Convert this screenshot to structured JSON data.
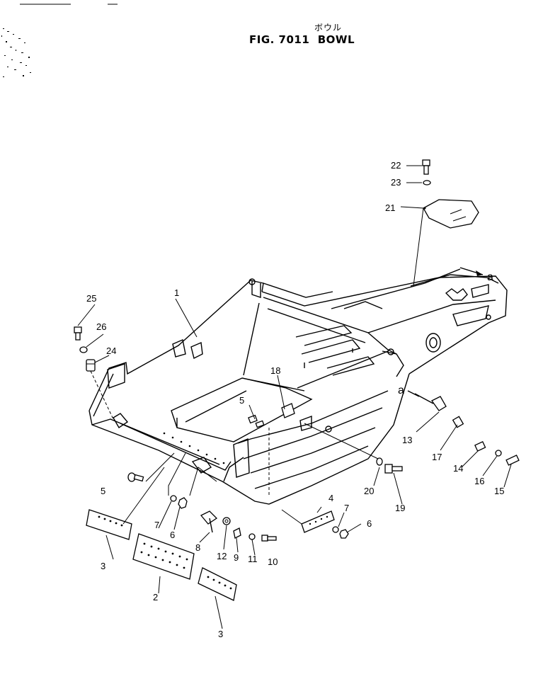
{
  "header": {
    "title_jp": "ボウル",
    "title_en": "FIG. 7011  BOWL"
  },
  "callouts": [
    {
      "id": "c1",
      "label": "1"
    },
    {
      "id": "c2",
      "label": "2"
    },
    {
      "id": "c3a",
      "label": "3"
    },
    {
      "id": "c3b",
      "label": "3"
    },
    {
      "id": "c4",
      "label": "4"
    },
    {
      "id": "c5a",
      "label": "5"
    },
    {
      "id": "c5b",
      "label": "5"
    },
    {
      "id": "c6a",
      "label": "6"
    },
    {
      "id": "c6b",
      "label": "6"
    },
    {
      "id": "c7a",
      "label": "7"
    },
    {
      "id": "c7b",
      "label": "7"
    },
    {
      "id": "c8",
      "label": "8"
    },
    {
      "id": "c9",
      "label": "9"
    },
    {
      "id": "c10",
      "label": "10"
    },
    {
      "id": "c11",
      "label": "11"
    },
    {
      "id": "c12",
      "label": "12"
    },
    {
      "id": "c13",
      "label": "13"
    },
    {
      "id": "c14",
      "label": "14"
    },
    {
      "id": "c15",
      "label": "15"
    },
    {
      "id": "c16",
      "label": "16"
    },
    {
      "id": "c17",
      "label": "17"
    },
    {
      "id": "c18",
      "label": "18"
    },
    {
      "id": "c19",
      "label": "19"
    },
    {
      "id": "c20",
      "label": "20"
    },
    {
      "id": "c21",
      "label": "21"
    },
    {
      "id": "c22",
      "label": "22"
    },
    {
      "id": "c23",
      "label": "23"
    },
    {
      "id": "c24",
      "label": "24"
    },
    {
      "id": "c25",
      "label": "25"
    },
    {
      "id": "c26",
      "label": "26"
    }
  ],
  "detail_refs": {
    "ref_top": "a",
    "ref_side": "a"
  }
}
